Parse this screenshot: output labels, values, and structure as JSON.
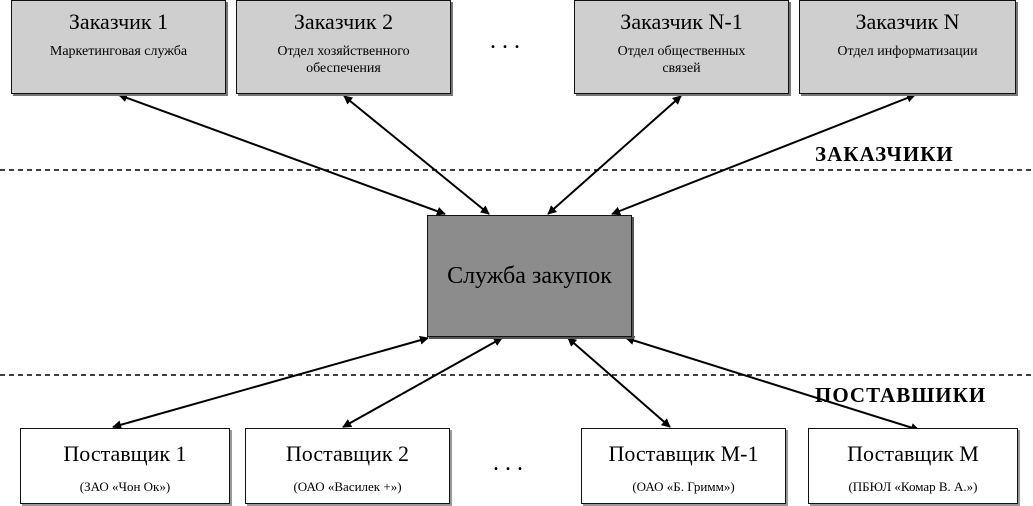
{
  "customers": [
    {
      "title": "Заказчик 1",
      "subtitle": "Маркетинговая служба"
    },
    {
      "title": "Заказчик 2",
      "subtitle": "Отдел хозяйственного обеспечения"
    },
    {
      "title": "Заказчик N-1",
      "subtitle": "Отдел общественных связей"
    },
    {
      "title": "Заказчик N",
      "subtitle": "Отдел информатизации"
    }
  ],
  "center": {
    "title": "Служба закупок"
  },
  "suppliers": [
    {
      "title": "Поставщик 1",
      "subtitle": "(ЗАО «Чон Ок»)"
    },
    {
      "title": "Поставщик 2",
      "subtitle": "(ОАО «Василек +»)"
    },
    {
      "title": "Поставщик M-1",
      "subtitle": "(ОАО «Б. Гримм»)"
    },
    {
      "title": "Поставщик M",
      "subtitle": "(ПБЮЛ «Комар В. А.»)"
    }
  ],
  "ellipsis": "...",
  "zone_labels": {
    "customers": "ЗАКАЗЧИКИ",
    "suppliers": "ПОСТАВШИКИ"
  },
  "colors": {
    "customer_fill": "#cfcfcf",
    "center_fill": "#8c8c8c",
    "supplier_fill": "#ffffff"
  }
}
